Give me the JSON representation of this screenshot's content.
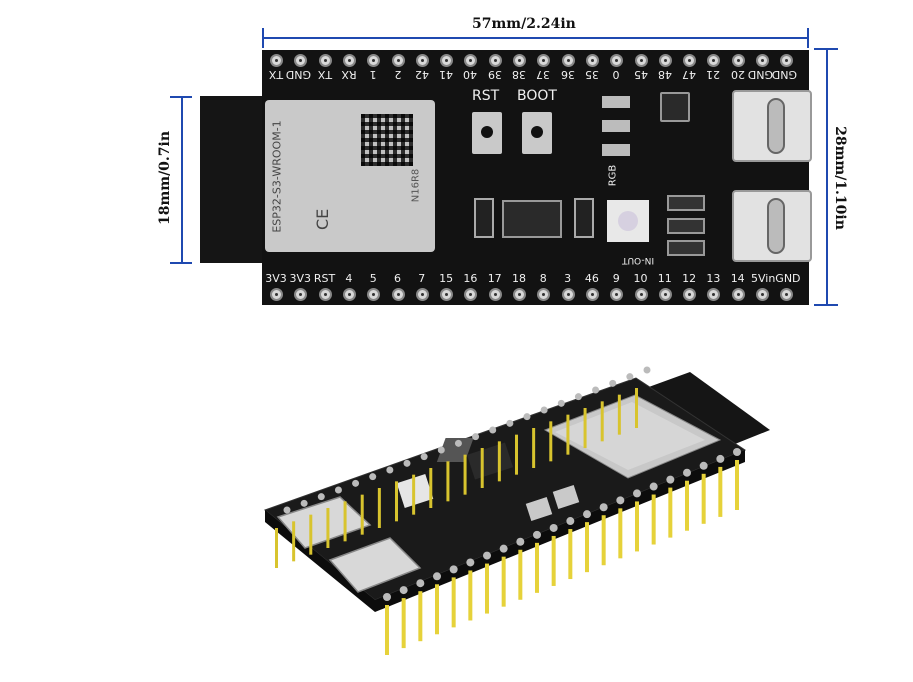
{
  "dimensions": {
    "width_label": "57mm/2.24in",
    "height_label": "28mm/1.10in",
    "module_height_label": "18mm/0.7in",
    "line_color": "#1f49b0"
  },
  "board": {
    "module_name": "ESP32-S3-WROOM-1",
    "module_variant": "N16R8",
    "button_rst": "RST",
    "button_boot": "BOOT",
    "led_label": "RGB",
    "in_out_label": "IN-OUT",
    "top_pins": [
      "TX",
      "GND",
      "TX",
      "RX",
      "1",
      "2",
      "42",
      "41",
      "40",
      "39",
      "38",
      "37",
      "36",
      "35",
      "0",
      "45",
      "48",
      "47",
      "21",
      "20",
      "GND",
      "GND"
    ],
    "bottom_pins": [
      "3V3",
      "3V3",
      "RST",
      "4",
      "5",
      "6",
      "7",
      "15",
      "16",
      "17",
      "18",
      "8",
      "3",
      "46",
      "9",
      "10",
      "11",
      "12",
      "13",
      "14",
      "5Vin",
      "GND"
    ],
    "top_right_labels": [
      "GND",
      "GND"
    ],
    "bottom_right_labels": [
      "5Vin",
      "GND"
    ],
    "pcb_color": "#121212",
    "pin_color": "#d8d8d8"
  }
}
